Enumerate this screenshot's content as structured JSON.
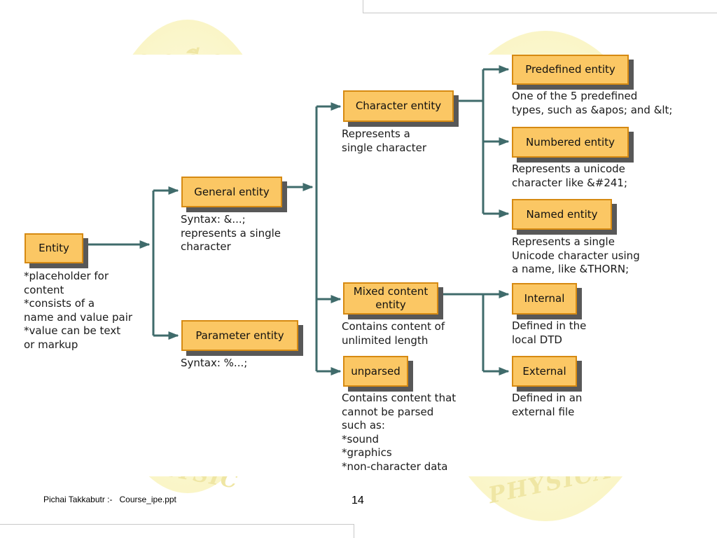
{
  "slide": {
    "footer_author": "Pichai Takkabutr :-   Course_ipe.ppt",
    "page_number": "14"
  },
  "watermark": {
    "left_text": "ว ว รี ธ",
    "right_text": "PHYSICA",
    "left_bottom_text": "PHYSIC"
  },
  "diagram": {
    "entity": {
      "label": "Entity",
      "desc": "*placeholder for\ncontent\n*consists of a\nname and value pair\n*value can be text\nor markup"
    },
    "general": {
      "label": "General entity",
      "desc": "Syntax: &...;\nrepresents a single\ncharacter"
    },
    "parameter": {
      "label": "Parameter entity",
      "desc": "Syntax: %...;"
    },
    "character": {
      "label": "Character entity",
      "desc": "Represents a\nsingle character"
    },
    "mixed": {
      "label": "Mixed content\nentity",
      "desc": "Contains content of\nunlimited length"
    },
    "unparsed": {
      "label": "unparsed",
      "desc": "Contains content that\ncannot be parsed\nsuch as:\n*sound\n*graphics\n*non-character data"
    },
    "predefined": {
      "label": "Predefined entity",
      "desc": "One of the 5 predefined\ntypes, such as &apos; and &lt;"
    },
    "numbered": {
      "label": "Numbered entity",
      "desc": "Represents a unicode\ncharacter like &#241;"
    },
    "named": {
      "label": "Named entity",
      "desc": "Represents a single\nUnicode character using\na name, like &THORN;"
    },
    "internal": {
      "label": "Internal",
      "desc": "Defined in the\nlocal DTD"
    },
    "external": {
      "label": "External",
      "desc": "Defined in an\nexternal file"
    }
  },
  "colors": {
    "box_fill": "#fbc764",
    "box_border": "#d68a12",
    "box_shadow": "#585858",
    "connector": "#3f6b6b"
  }
}
